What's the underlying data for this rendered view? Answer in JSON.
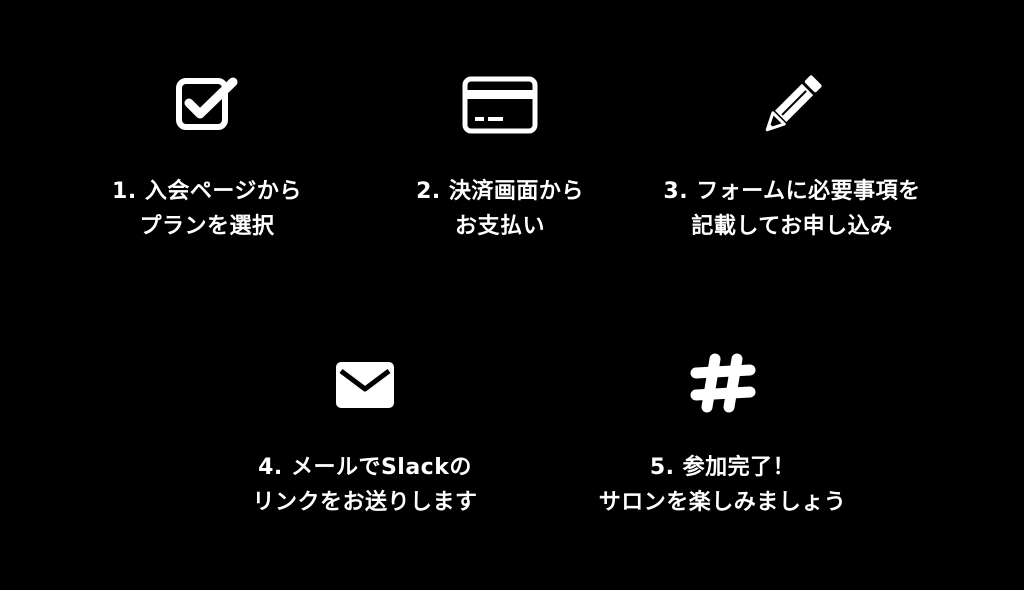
{
  "background_color": "#000000",
  "text_color": "#ffffff",
  "steps": [
    {
      "icon": "checkbox-icon",
      "line1": "1. 入会ページから",
      "line2": "プランを選択"
    },
    {
      "icon": "credit-card-icon",
      "line1": "2. 決済画面から",
      "line2": "お支払い"
    },
    {
      "icon": "pencil-icon",
      "line1": "3. フォームに必要事項を",
      "line2": "記載してお申し込み"
    },
    {
      "icon": "envelope-icon",
      "line1": "4. メールでSlackの",
      "line2": "リンクをお送りします"
    },
    {
      "icon": "slack-hash-icon",
      "line1": "5. 参加完了！",
      "line2": "サロンを楽しみましょう"
    }
  ]
}
